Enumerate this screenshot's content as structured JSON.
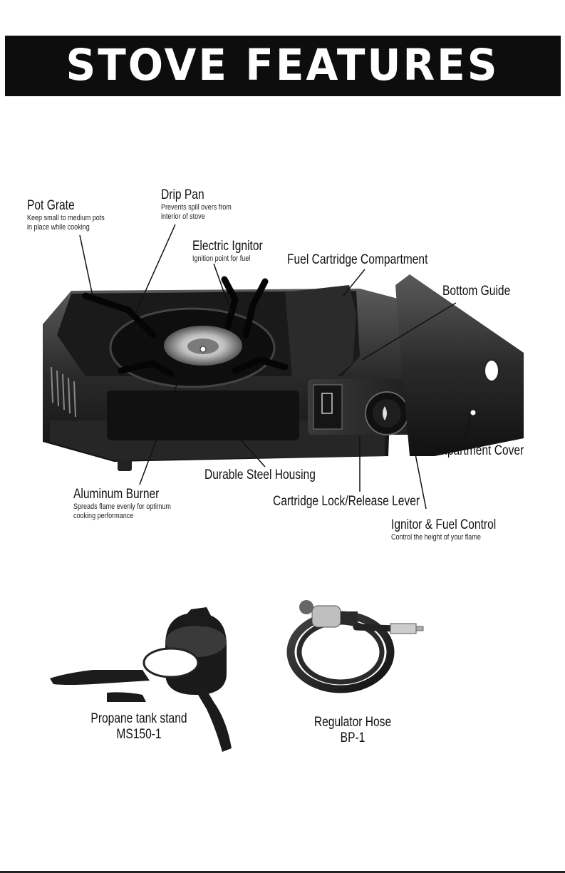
{
  "page": {
    "title": "STOVE FEATURES"
  },
  "callouts": {
    "pot_grate": {
      "title": "Pot Grate",
      "desc1": "Keep small to medium pots",
      "desc2": "in place while cooking"
    },
    "drip_pan": {
      "title": "Drip Pan",
      "desc1": "Prevents spill overs from",
      "desc2": "interior of stove"
    },
    "electric_ignitor": {
      "title": "Electric Ignitor",
      "desc1": "Ignition point for fuel"
    },
    "fuel_cartridge_compartment": {
      "title": "Fuel Cartridge Compartment"
    },
    "bottom_guide": {
      "title": "Bottom Guide"
    },
    "compartment_cover": {
      "title": "Compartment Cover"
    },
    "aluminum_burner": {
      "title": "Aluminum Burner",
      "desc1": "Spreads flame evenly for optimum",
      "desc2": "cooking performance"
    },
    "durable_steel_housing": {
      "title": "Durable Steel Housing"
    },
    "cartridge_lock": {
      "title": "Cartridge Lock/Release Lever"
    },
    "ignitor_fuel_control": {
      "title": "Ignitor & Fuel Control",
      "desc1": "Control the height of your flame"
    }
  },
  "accessories": {
    "propane_stand": {
      "name": "Propane tank stand",
      "model": "MS150-1"
    },
    "regulator_hose": {
      "name": "Regulator Hose",
      "model": "BP-1"
    }
  }
}
